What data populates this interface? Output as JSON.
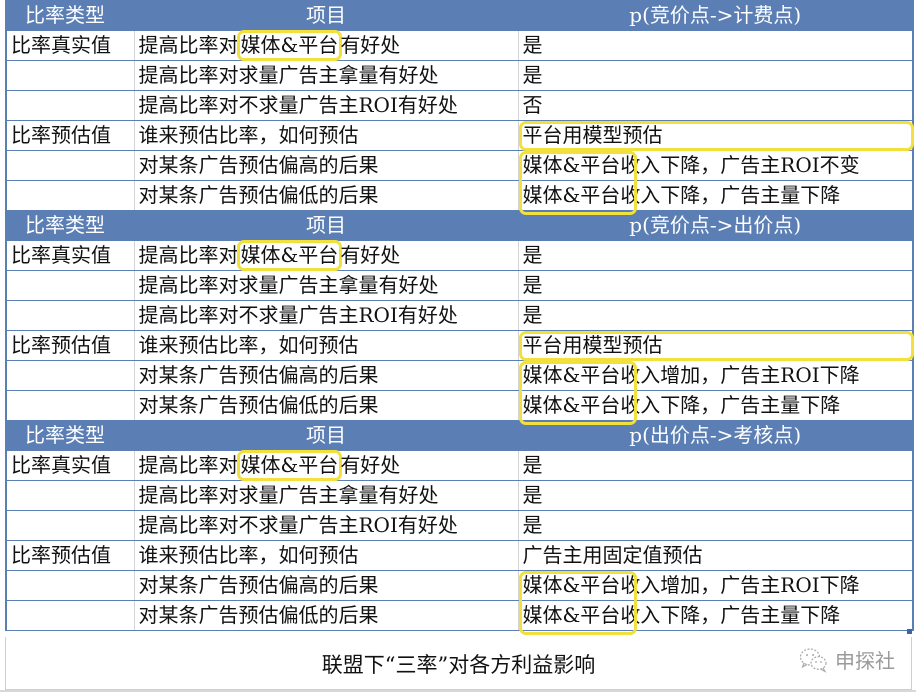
{
  "colors": {
    "header_bg": "#5b7fb5",
    "header_text": "#ffffff",
    "highlight": "#f2e03c",
    "grid_line": "#5b7fb5"
  },
  "sections": [
    {
      "header": {
        "col1": "比率类型",
        "col2": "项目",
        "col3": "p(竞价点->计费点)"
      },
      "rows": [
        {
          "type": "比率真实值",
          "item_pre": "提高比率对",
          "item_hl": "媒体&平台",
          "item_post": "有好处",
          "value": "是"
        },
        {
          "type": "",
          "item": "提高比率对求量广告主拿量有好处",
          "value": "是"
        },
        {
          "type": "",
          "item": "提高比率对不求量广告主ROI有好处",
          "value": "否"
        },
        {
          "type": "比率预估值",
          "item": "谁来预估比率，如何预估",
          "value": "平台用模型预估"
        },
        {
          "type": "",
          "item": "对某条广告预估偏高的后果",
          "value_hl": "媒体&平台",
          "value_post": "收入下降，广告主ROI不变"
        },
        {
          "type": "",
          "item": "对某条广告预估偏低的后果",
          "value_hl": "媒体&平台",
          "value_post": "收入下降，广告主量下降"
        }
      ]
    },
    {
      "header": {
        "col1": "比率类型",
        "col2": "项目",
        "col3": "p(竞价点->出价点)"
      },
      "rows": [
        {
          "type": "比率真实值",
          "item_pre": "提高比率对",
          "item_hl": "媒体&平台",
          "item_post": "有好处",
          "value": "是"
        },
        {
          "type": "",
          "item": "提高比率对求量广告主拿量有好处",
          "value": "是"
        },
        {
          "type": "",
          "item": "提高比率对不求量广告主ROI有好处",
          "value": "是"
        },
        {
          "type": "比率预估值",
          "item": "谁来预估比率，如何预估",
          "value": "平台用模型预估"
        },
        {
          "type": "",
          "item": "对某条广告预估偏高的后果",
          "value_hl": "媒体&平台",
          "value_post": "收入增加，广告主ROI下降"
        },
        {
          "type": "",
          "item": "对某条广告预估偏低的后果",
          "value_hl": "媒体&平台",
          "value_post": "收入下降，广告主量下降"
        }
      ]
    },
    {
      "header": {
        "col1": "比率类型",
        "col2": "项目",
        "col3": "p(出价点->考核点)"
      },
      "rows": [
        {
          "type": "比率真实值",
          "item_pre": "提高比率对",
          "item_hl": "媒体&平台",
          "item_post": "有好处",
          "value": "是"
        },
        {
          "type": "",
          "item": "提高比率对求量广告主拿量有好处",
          "value": "是"
        },
        {
          "type": "",
          "item": "提高比率对不求量广告主ROI有好处",
          "value": "是"
        },
        {
          "type": "比率预估值",
          "item": "谁来预估比率，如何预估",
          "value": "广告主用固定值预估"
        },
        {
          "type": "",
          "item": "对某条广告预估偏高的后果",
          "value_hl": "媒体&平台",
          "value_post": "收入增加，广告主ROI下降"
        },
        {
          "type": "",
          "item": "对某条广告预估偏低的后果",
          "value_hl": "媒体&平台",
          "value_post": "收入下降，广告主量下降"
        }
      ]
    }
  ],
  "caption": "联盟下“三率”对各方利益影响",
  "watermark": {
    "icon": "wechat-icon",
    "text": "申探社"
  }
}
